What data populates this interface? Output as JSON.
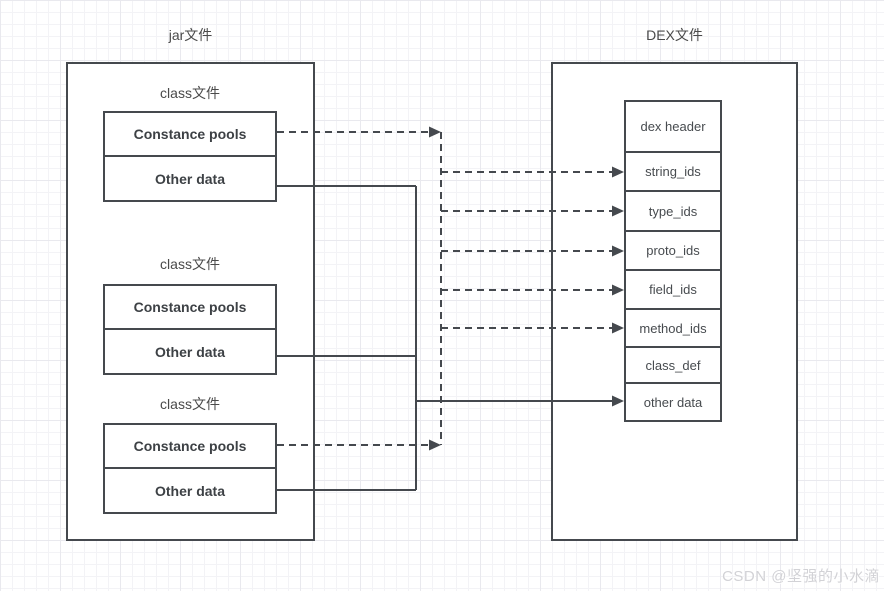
{
  "diagram": {
    "jar": {
      "title": "jar文件",
      "class_files": [
        {
          "label": "class文件",
          "cells": [
            "Constance pools",
            "Other data"
          ]
        },
        {
          "label": "class文件",
          "cells": [
            "Constance pools",
            "Other data"
          ]
        },
        {
          "label": "class文件",
          "cells": [
            "Constance pools",
            "Other data"
          ]
        }
      ]
    },
    "dex": {
      "title": "DEX文件",
      "sections": [
        "dex header",
        "string_ids",
        "type_ids",
        "proto_ids",
        "field_ids",
        "method_ids",
        "class_def",
        "other data"
      ]
    },
    "edges": [
      {
        "from": "Constance pools (class 1)",
        "to": "ids trunk",
        "style": "dashed"
      },
      {
        "from": "Constance pools (class 3)",
        "to": "ids trunk",
        "style": "dashed"
      },
      {
        "from": "ids trunk",
        "to": "string_ids",
        "style": "dashed"
      },
      {
        "from": "ids trunk",
        "to": "type_ids",
        "style": "dashed"
      },
      {
        "from": "ids trunk",
        "to": "proto_ids",
        "style": "dashed"
      },
      {
        "from": "ids trunk",
        "to": "field_ids",
        "style": "dashed"
      },
      {
        "from": "ids trunk",
        "to": "method_ids",
        "style": "dashed"
      },
      {
        "from": "Other data (class 1)",
        "to": "other data trunk",
        "style": "solid"
      },
      {
        "from": "Other data (class 2)",
        "to": "other data trunk",
        "style": "solid"
      },
      {
        "from": "Other data (class 3)",
        "to": "other data trunk",
        "style": "solid"
      },
      {
        "from": "other data trunk",
        "to": "other data",
        "style": "solid"
      }
    ],
    "colors": {
      "stroke": "#45494e",
      "text": "#4a4a4a",
      "grid_minor": "#f3f3f6",
      "grid_major": "#e9e9ee",
      "watermark": "#d2d2d6"
    }
  },
  "watermark": {
    "text": "CSDN @坚强的小水滴"
  }
}
